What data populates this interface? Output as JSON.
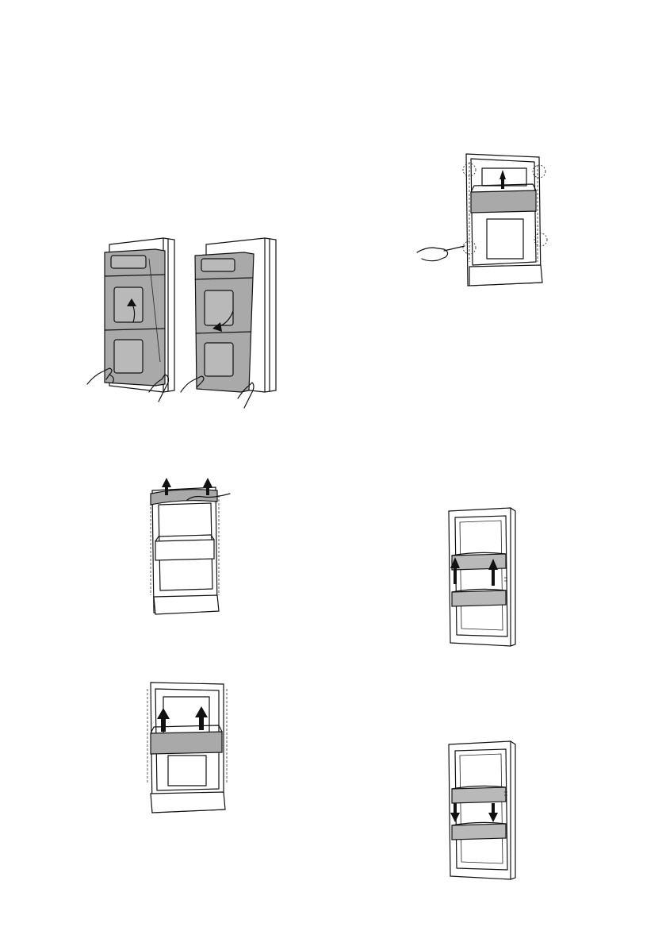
{
  "page": {
    "figures": [
      {
        "id": "fig-1",
        "icon": "door-cover-rotate-illustration"
      },
      {
        "id": "fig-2",
        "icon": "door-basket-removal-screwdriver-illustration"
      },
      {
        "id": "fig-3",
        "icon": "top-cover-lift-illustration"
      },
      {
        "id": "fig-4",
        "icon": "door-basket-lift-illustration"
      },
      {
        "id": "fig-5",
        "icon": "door-shelf-up-illustration"
      },
      {
        "id": "fig-6",
        "icon": "door-shelf-down-illustration"
      }
    ]
  }
}
